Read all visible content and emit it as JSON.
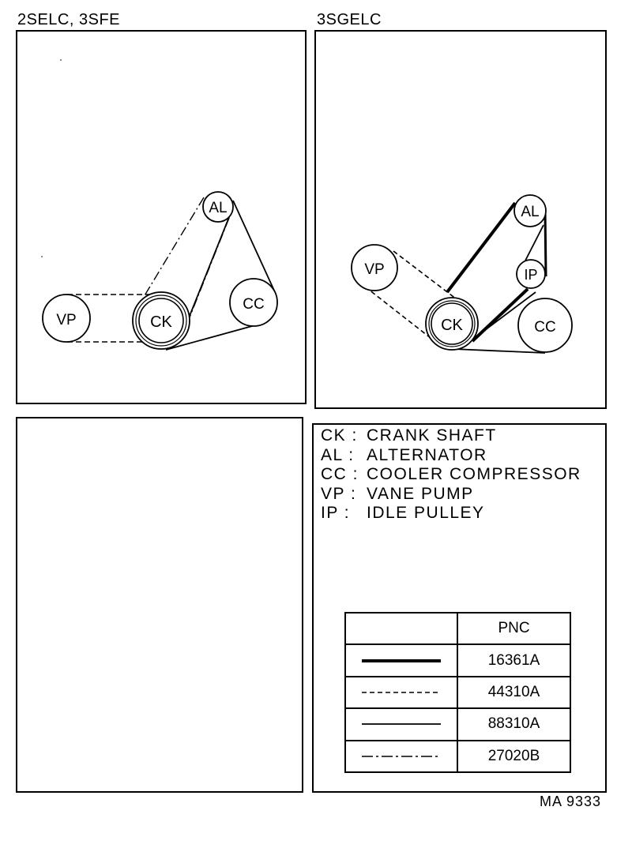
{
  "headings": {
    "left": "2SELC, 3SFE",
    "right": "3SGELC"
  },
  "diagram_left": {
    "pulleys": {
      "al": "AL",
      "vp": "VP",
      "ck": "CK",
      "cc": "CC"
    }
  },
  "diagram_right": {
    "pulleys": {
      "vp": "VP",
      "al": "AL",
      "ip": "IP",
      "ck": "CK",
      "cc": "CC"
    }
  },
  "legend": [
    {
      "code": "CK :",
      "name": "CRANK SHAFT"
    },
    {
      "code": "AL :",
      "name": "ALTERNATOR"
    },
    {
      "code": "CC :",
      "name": "COOLER COMPRESSOR"
    },
    {
      "code": "VP :",
      "name": "VANE PUMP"
    },
    {
      "code": "IP  :",
      "name": "IDLE PULLEY"
    }
  ],
  "pnc_table": {
    "header": "PNC",
    "rows": [
      {
        "line_style": "thick-solid",
        "pnc": "16361A"
      },
      {
        "line_style": "dashed",
        "pnc": "44310A"
      },
      {
        "line_style": "solid",
        "pnc": "88310A"
      },
      {
        "line_style": "dash-dot",
        "pnc": "27020B"
      }
    ]
  },
  "footer_code": "MA  9333"
}
